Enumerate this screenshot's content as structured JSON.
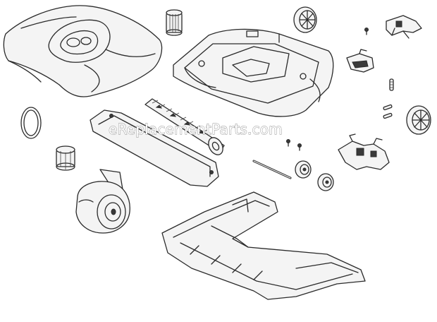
{
  "diagram": {
    "watermark": "eReplacementParts.com",
    "parts": [
      {
        "name": "hood-cover"
      },
      {
        "name": "filter-cartridge"
      },
      {
        "name": "base-housing"
      },
      {
        "name": "rear-wheel-top"
      },
      {
        "name": "small-screw-top"
      },
      {
        "name": "wheel-bracket-top"
      },
      {
        "name": "pedal-latch"
      },
      {
        "name": "axle-pin"
      },
      {
        "name": "belt"
      },
      {
        "name": "bumper-strip"
      },
      {
        "name": "brushroll"
      },
      {
        "name": "small-pins"
      },
      {
        "name": "rear-wheel-right"
      },
      {
        "name": "screws-pair"
      },
      {
        "name": "wheel-bracket-right"
      },
      {
        "name": "motor-pulley"
      },
      {
        "name": "axle-rod"
      },
      {
        "name": "front-wheel-left"
      },
      {
        "name": "front-wheel-right"
      },
      {
        "name": "motor-fan"
      },
      {
        "name": "bottom-plate"
      }
    ]
  }
}
